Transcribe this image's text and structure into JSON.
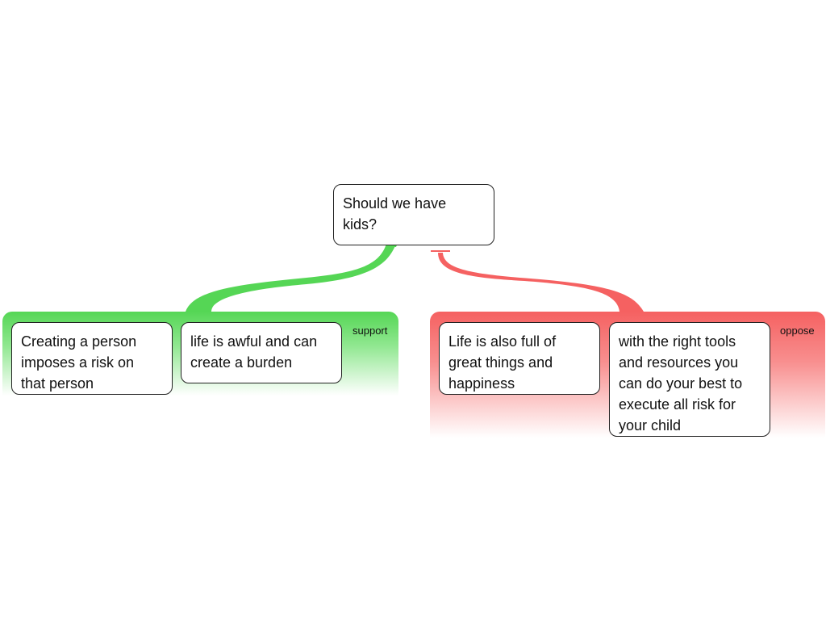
{
  "colors": {
    "support": "#55d655",
    "oppose": "#f56161",
    "node_border": "#222222",
    "node_fill": "#ffffff"
  },
  "root": {
    "text": "Should we have\nkids?"
  },
  "groups": {
    "support": {
      "label": "support",
      "items": [
        {
          "text": "Creating a person\nimposes a risk on\nthat person"
        },
        {
          "text": "life is awful and can\ncreate a burden"
        }
      ]
    },
    "oppose": {
      "label": "oppose",
      "items": [
        {
          "text": "Life is also full of\ngreat things and\nhappiness"
        },
        {
          "text": "with the right tools\nand resources you\ncan do your best to\nexecute all risk for\nyour child"
        }
      ]
    }
  }
}
